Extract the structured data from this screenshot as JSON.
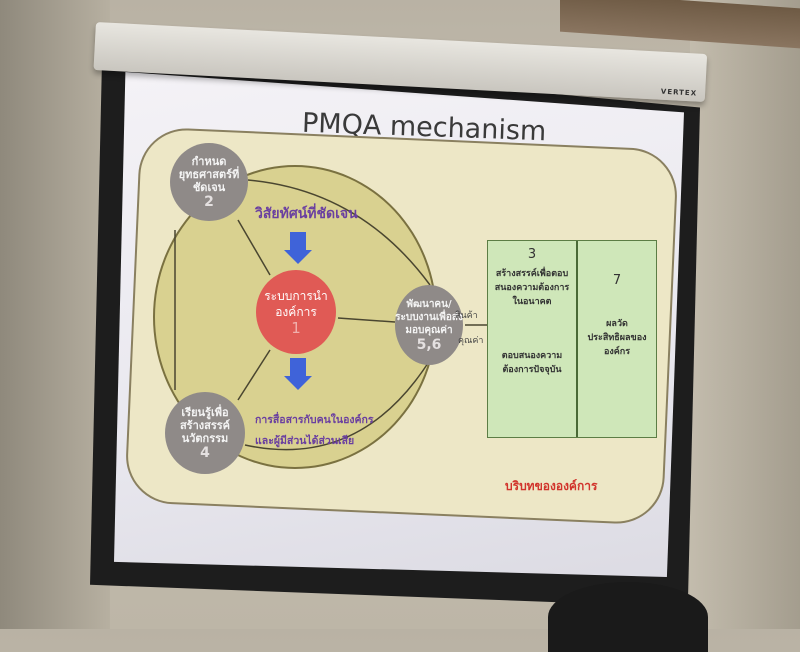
{
  "title": "PMQA mechanism",
  "brand": "VERTEX",
  "center": {
    "label": "ระบบการนำองค์การ",
    "num": "1"
  },
  "node2": {
    "label": "กำหนดยุทธศาสตร์ที่ชัดเจน",
    "num": "2"
  },
  "node4": {
    "label": "เรียนรู้เพื่อสร้างสรรค์นวัตกรรม",
    "num": "4"
  },
  "node56": {
    "label": "พัฒนาคน/ระบบงานเพื่อส่งมอบคุณค่า",
    "num": "5,6"
  },
  "vision": "วิสัยทัศน์ที่ชัดเจน",
  "communication_line1": "การสื่อสารกับคนในองค์กร",
  "communication_line2": "และผู้มีส่วนได้ส่วนเสีย",
  "box3": {
    "num": "3",
    "text1": "สร้างสรรค์เพื่อตอบสนองความต้องการในอนาคต",
    "text2": "ตอบสนองความต้องการปัจจุบัน"
  },
  "box7": {
    "num": "7",
    "text": "ผลวัดประสิทธิผลขององค์กร"
  },
  "flow_top": "สินค้า",
  "flow_bottom": "คุณค่า",
  "context": "บริบทขององค์การ"
}
